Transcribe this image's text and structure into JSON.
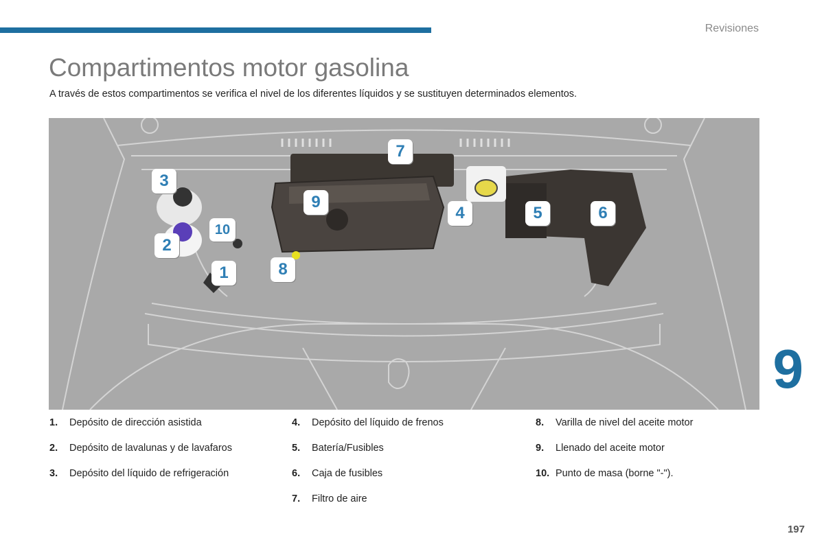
{
  "header": {
    "section": "Revisiones"
  },
  "page": {
    "title": "Compartimentos motor gasolina",
    "intro": "A través de estos compartimentos se verifica el nivel de los diferentes líquidos y se sustituyen determinados elementos.",
    "chapter": "9",
    "number": "197"
  },
  "figure": {
    "callouts": [
      "1",
      "2",
      "3",
      "4",
      "5",
      "6",
      "7",
      "8",
      "9",
      "10"
    ]
  },
  "legend": {
    "col1": [
      {
        "num": "1.",
        "text": "Depósito de dirección asistida"
      },
      {
        "num": "2.",
        "text": "Depósito de lavalunas y de lavafaros"
      },
      {
        "num": "3.",
        "text": "Depósito del líquido de refrigeración"
      }
    ],
    "col2": [
      {
        "num": "4.",
        "text": "Depósito del líquido de frenos"
      },
      {
        "num": "5.",
        "text": "Batería/Fusibles"
      },
      {
        "num": "6.",
        "text": "Caja de fusibles"
      },
      {
        "num": "7.",
        "text": "Filtro de aire"
      }
    ],
    "col3": [
      {
        "num": "8.",
        "text": "Varilla de nivel del aceite motor"
      },
      {
        "num": "9.",
        "text": "Llenado del aceite motor"
      },
      {
        "num": "10.",
        "text": "Punto de masa (borne \"-\")."
      }
    ]
  },
  "colors": {
    "accent": "#1e6fa0",
    "figure_bg": "#a9a9a9",
    "callout_text": "#2f7fb5"
  }
}
